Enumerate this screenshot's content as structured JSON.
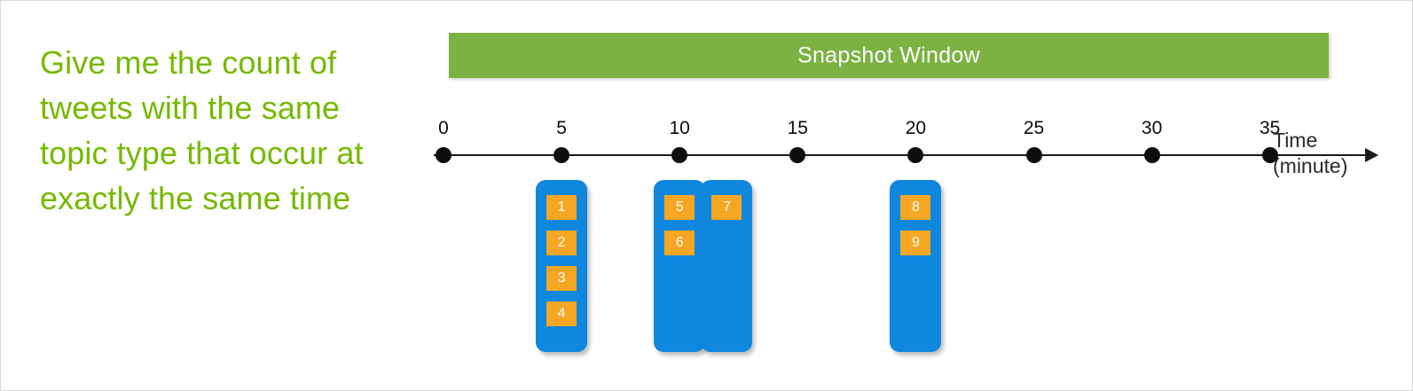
{
  "prompt": {
    "text": "Give me the count of tweets with the same topic type that occur at exactly the same time",
    "color": "#76b900"
  },
  "snapshot_window": {
    "label": "Snapshot Window",
    "bar_color": "#7bb242",
    "text_color": "#ffffff"
  },
  "timeline": {
    "axis_title_line1": "Time",
    "axis_title_line2": "(minute)",
    "unit": "minute",
    "tick_labels": [
      "0",
      "5",
      "10",
      "15",
      "20",
      "25",
      "30",
      "35"
    ],
    "tick_values": [
      0,
      5,
      10,
      15,
      20,
      25,
      30,
      35
    ],
    "dot_color": "#0d0d0d",
    "line_color": "#1a1a1a"
  },
  "tweet_groups": [
    {
      "name": "group-at-5",
      "time": 5,
      "box_color": "#0f87df",
      "tile_color": "#f5a623",
      "tiles": [
        "1",
        "2",
        "3",
        "4"
      ]
    },
    {
      "name": "group-at-10",
      "time": 10,
      "box_color": "#0f87df",
      "tile_color": "#f5a623",
      "tiles": [
        "5",
        "6"
      ]
    },
    {
      "name": "group-at-12",
      "time": 12,
      "box_color": "#0f87df",
      "tile_color": "#f5a623",
      "tiles": [
        "7"
      ]
    },
    {
      "name": "group-at-20",
      "time": 20,
      "box_color": "#0f87df",
      "tile_color": "#f5a623",
      "tiles": [
        "8",
        "9"
      ]
    }
  ],
  "chart_data": {
    "type": "timeline",
    "title": "Snapshot Window",
    "xlabel": "Time (minute)",
    "xlim": [
      0,
      35
    ],
    "xticks": [
      0,
      5,
      10,
      15,
      20,
      25,
      30,
      35
    ],
    "grid": false,
    "legend": "none",
    "annotations": [
      "Give me the count of tweets with the same topic type that occur at exactly the same time"
    ],
    "series": [
      {
        "name": "tweet-group",
        "x": 5,
        "values": [
          1,
          2,
          3,
          4
        ]
      },
      {
        "name": "tweet-group",
        "x": 10,
        "values": [
          5,
          6
        ]
      },
      {
        "name": "tweet-group",
        "x": 12,
        "values": [
          7
        ]
      },
      {
        "name": "tweet-group",
        "x": 20,
        "values": [
          8,
          9
        ]
      }
    ]
  }
}
